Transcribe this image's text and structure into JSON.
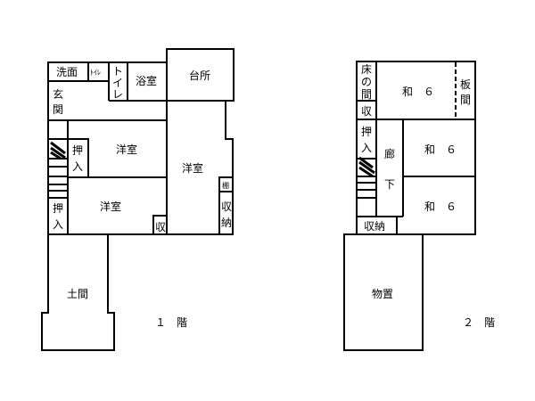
{
  "floor1": {
    "label": "１　階",
    "rooms": {
      "senmen": "洗面",
      "toilet_small": "ﾄｲﾚ",
      "toilet": [
        "ト",
        "イ",
        "レ"
      ],
      "yokushitsu": "浴室",
      "daidokoro": "台所",
      "genkan": [
        "玄",
        "関"
      ],
      "yoshitsu_upper": "洋室",
      "oshiire_upper": [
        "押",
        "入"
      ],
      "yoshitsu_right": "洋室",
      "yoshitsu_lower": "洋室",
      "oshiire_lower": [
        "押",
        "入"
      ],
      "shu": "収",
      "tana": "棚",
      "shuno": [
        "収",
        "納"
      ],
      "doma": "土間"
    }
  },
  "floor2": {
    "label": "２　階",
    "rooms": {
      "tokonoma": [
        "床",
        "の",
        "間"
      ],
      "shu": "収",
      "washitsu_top": "和　６",
      "itama": [
        "板",
        "間"
      ],
      "oshiire": [
        "押",
        "入"
      ],
      "roka": [
        "廊",
        "下"
      ],
      "washitsu_mid": "和　６",
      "washitsu_low": "和　６",
      "shuno": "収納",
      "monooki": "物置"
    }
  }
}
